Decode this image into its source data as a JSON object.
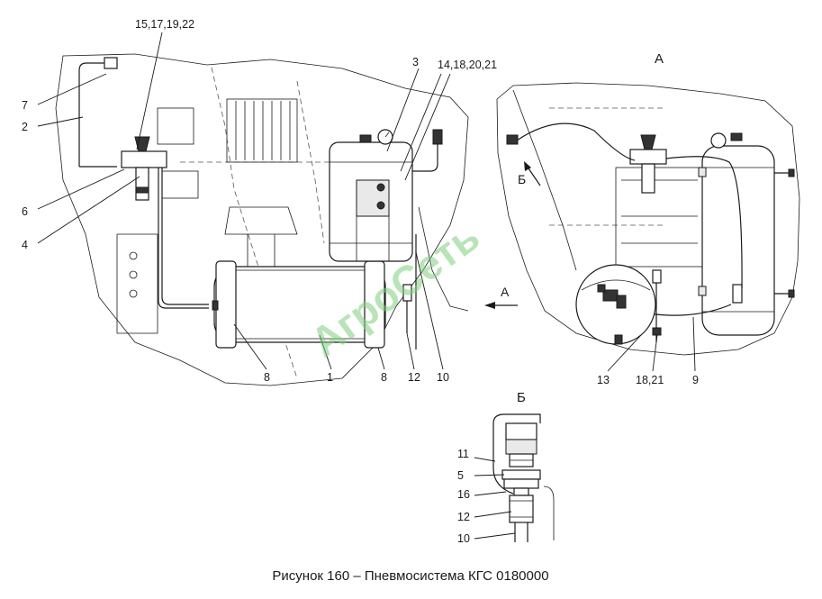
{
  "caption": "Рисунок 160 – Пневмосистема КГС 0180000",
  "watermark": "АгроСеть",
  "views": {
    "a": "А",
    "b": "Б"
  },
  "arrows": {
    "a": "А",
    "b": "Б"
  },
  "main_callouts": {
    "c15": "15,17,19,22",
    "c3": "3",
    "c14": "14,18,20,21",
    "c7": "7",
    "c2": "2",
    "c6": "6",
    "c4": "4",
    "c8l": "8",
    "c1": "1",
    "c8r": "8",
    "c12": "12",
    "c10": "10"
  },
  "view_a_callouts": {
    "c13": "13",
    "c1821": "18,21",
    "c9": "9"
  },
  "view_b_callouts": {
    "c11": "11",
    "c5": "5",
    "c16": "16",
    "c12": "12",
    "c10": "10"
  }
}
